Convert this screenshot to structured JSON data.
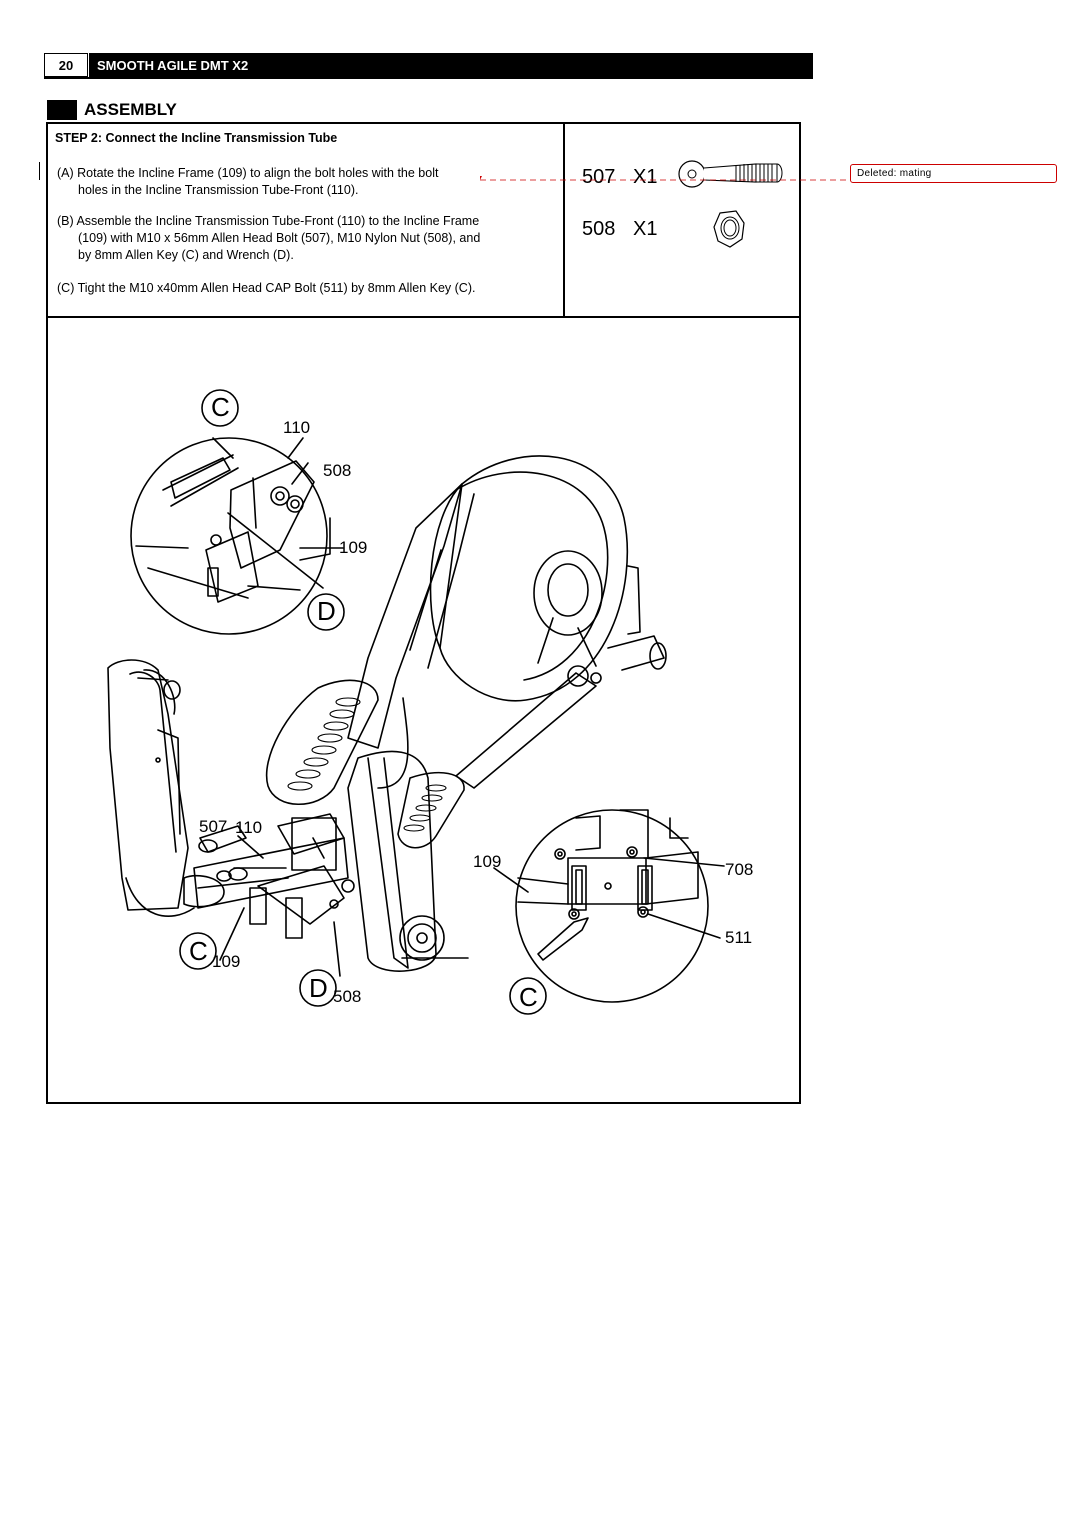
{
  "header": {
    "page_number": "20",
    "doc_title": "SMOOTH AGILE DMT X2"
  },
  "section": {
    "title": "ASSEMBLY"
  },
  "step": {
    "prefix": "STEP 2",
    "title": ": Connect the Incline Transmission Tube",
    "instructions": {
      "a_line1": "(A) Rotate the Incline Frame (109) to align the bolt holes with the bolt",
      "a_line2": "holes in the Incline Transmission Tube-Front (110).",
      "b_line1": "(B) Assemble the Incline Transmission Tube-Front (110) to the Incline Frame",
      "b_line2": "(109) with M10 x 56mm Allen Head Bolt (507), M10 Nylon Nut (508), and",
      "b_line3": "by 8mm Allen Key (C) and Wrench (D).",
      "c_line1": "(C) Tight the M10 x40mm Allen Head CAP Bolt (511) by 8mm Allen Key (C)."
    }
  },
  "parts": [
    {
      "number": "507",
      "qty": "X1",
      "icon": "bolt-icon"
    },
    {
      "number": "508",
      "qty": "X1",
      "icon": "nut-icon"
    }
  ],
  "comment": {
    "text": "Deleted: mating",
    "color": "#cc0000"
  },
  "diagram": {
    "callouts": {
      "c_top": "C",
      "n110_top": "110",
      "n508_top": "508",
      "n109_top": "109",
      "d_top": "D",
      "n507": "507",
      "n110": "110",
      "c_bottom": "C",
      "n109_bottom": "109",
      "d_bottom": "D",
      "n508_bottom": "508",
      "n109_right": "109",
      "n708": "708",
      "n511": "511",
      "c_right": "C"
    }
  }
}
